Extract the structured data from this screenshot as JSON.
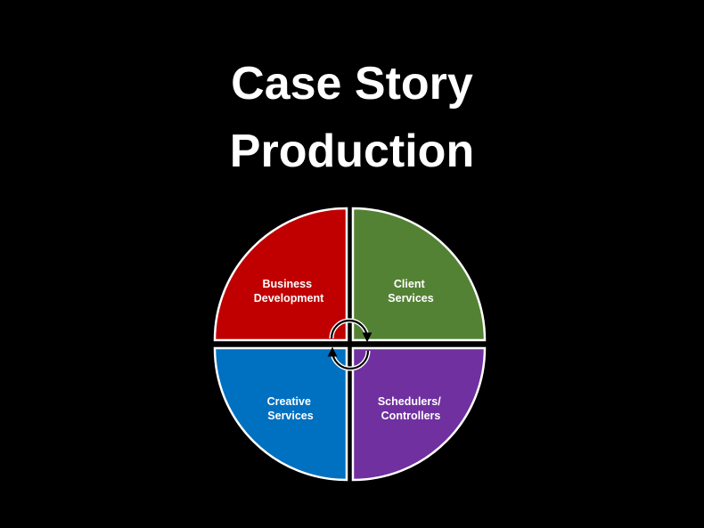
{
  "title": {
    "line1": "Case Story",
    "line2": "Production"
  },
  "quadrants": [
    {
      "id": "top-left",
      "lines": [
        "Business",
        "Development"
      ],
      "color": "#c00000"
    },
    {
      "id": "top-right",
      "lines": [
        "Client",
        "Services"
      ],
      "color": "#548235"
    },
    {
      "id": "bottom-left",
      "lines": [
        "Creative",
        "Services"
      ],
      "color": "#0070c0"
    },
    {
      "id": "bottom-right",
      "lines": [
        "Schedulers/",
        "Controllers"
      ],
      "color": "#7030a0"
    }
  ],
  "colors": {
    "background": "#000000",
    "outline": "#ffffff",
    "arrow": "#000000"
  },
  "icons": [
    "cycle-arrow-top-icon",
    "cycle-arrow-bottom-icon"
  ]
}
